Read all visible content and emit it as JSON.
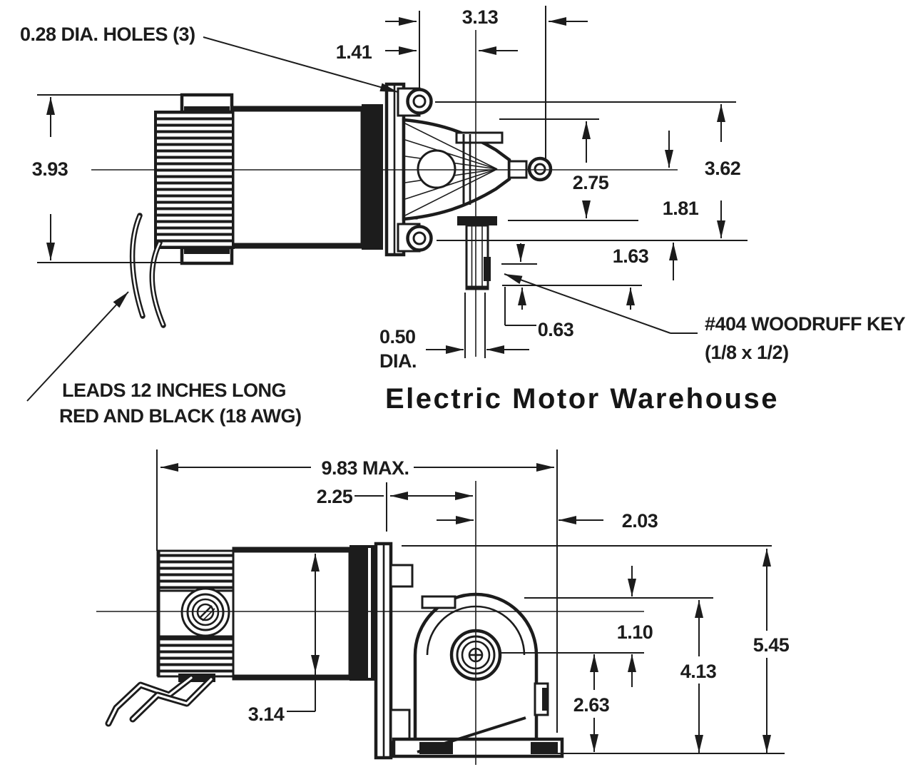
{
  "colors": {
    "line": "#1c1c1c",
    "background": "#ffffff"
  },
  "brand": "Electric Motor Warehouse",
  "top_view": {
    "labels": {
      "holes": "0.28 DIA. HOLES (3)",
      "leads1": "LEADS 12 INCHES LONG",
      "leads2": "RED AND BLACK (18 AWG)",
      "shaft_dia1": "0.50",
      "shaft_dia2": "DIA.",
      "key1": "#404 WOODRUFF KEY",
      "key2": "(1/8 x 1/2)"
    },
    "dims": {
      "d313": "3.13",
      "d141": "1.41",
      "d393": "3.93",
      "d275": "2.75",
      "d362": "3.62",
      "d181": "1.81",
      "d163": "1.63",
      "d063": "0.63"
    }
  },
  "bottom_view": {
    "dims": {
      "d983": "9.83 MAX.",
      "d225": "2.25",
      "d203": "2.03",
      "d314": "3.14",
      "d110": "1.10",
      "d545": "5.45",
      "d413": "4.13",
      "d263": "2.63"
    }
  }
}
